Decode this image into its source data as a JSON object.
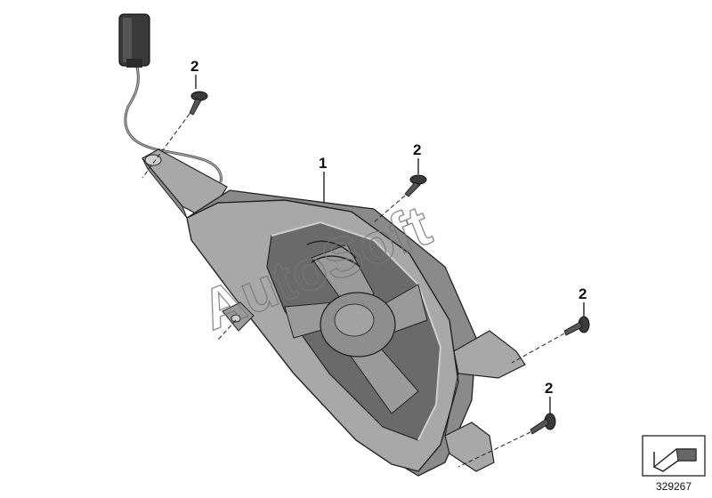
{
  "callouts": {
    "fan": "1",
    "screw_top_left": "2",
    "screw_top_center": "2",
    "screw_right_upper": "2",
    "screw_right_lower": "2"
  },
  "watermark": "AutoSoft",
  "reference_number": "329267",
  "colors": {
    "shroud_face": "#a8a8a8",
    "shroud_side": "#8a8a8a",
    "shroud_dark": "#6a6a6a",
    "fan_blade": "#9a9a9a",
    "fan_hub": "#8e8e8e",
    "connector": "#3a3a3a",
    "outline": "#222222"
  },
  "icons": {
    "reference_badge": "arrow-corner-icon"
  }
}
